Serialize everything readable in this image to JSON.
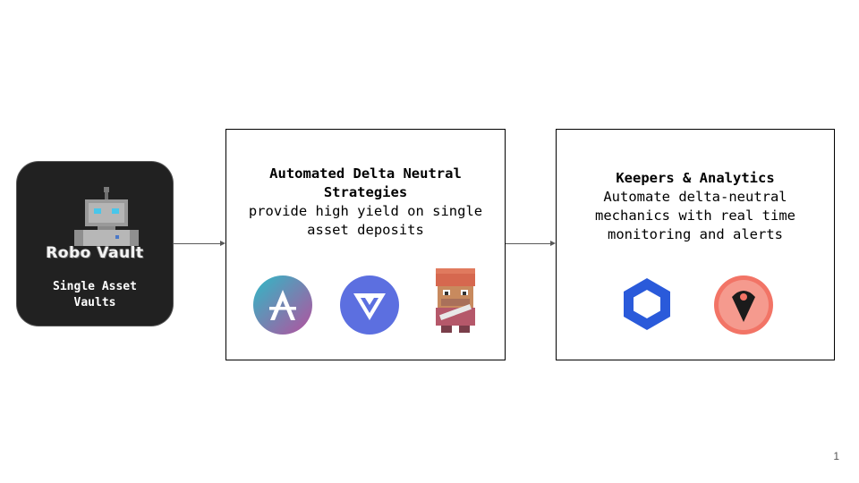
{
  "vault": {
    "logo_text": "Robo Vault",
    "label": "Single Asset\nVaults"
  },
  "strategies": {
    "title": "Automated Delta Neutral Strategies",
    "description": "provide high yield on single asset deposits",
    "logos": [
      "aave-icon",
      "spookyswap-icon",
      "tarot-icon"
    ]
  },
  "keepers": {
    "title": "Keepers & Analytics",
    "description": "Automate delta-neutral mechanics with real time monitoring and alerts",
    "logos": [
      "chainlink-icon",
      "tenderly-icon"
    ]
  },
  "colors": {
    "card_bg": "#212121",
    "arrow": "#595959",
    "chainlink": "#2a5ada",
    "tenderly": "#f27466"
  },
  "page_number": "1"
}
